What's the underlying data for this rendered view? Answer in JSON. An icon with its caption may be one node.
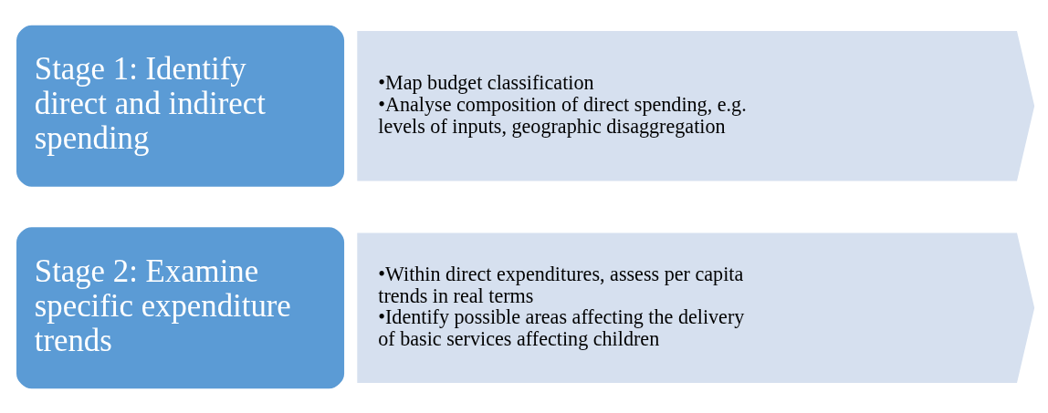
{
  "diagram": {
    "nodes": [
      {
        "text": [
          "Stage 1: Identify direct and indirect spending"
        ]
      },
      {
        "text": [
          "•Map budget classification",
          "•Analyse composition of direct spending, e.g. levels of inputs, geographic disaggregation"
        ]
      },
      {
        "text": [
          "Stage 2: Examine specific expenditure trends"
        ]
      },
      {
        "text": [
          "•Within direct expenditures, assess per capita trends in real terms",
          "•Identify possible areas affecting the delivery of basic services affecting children"
        ]
      }
    ]
  }
}
